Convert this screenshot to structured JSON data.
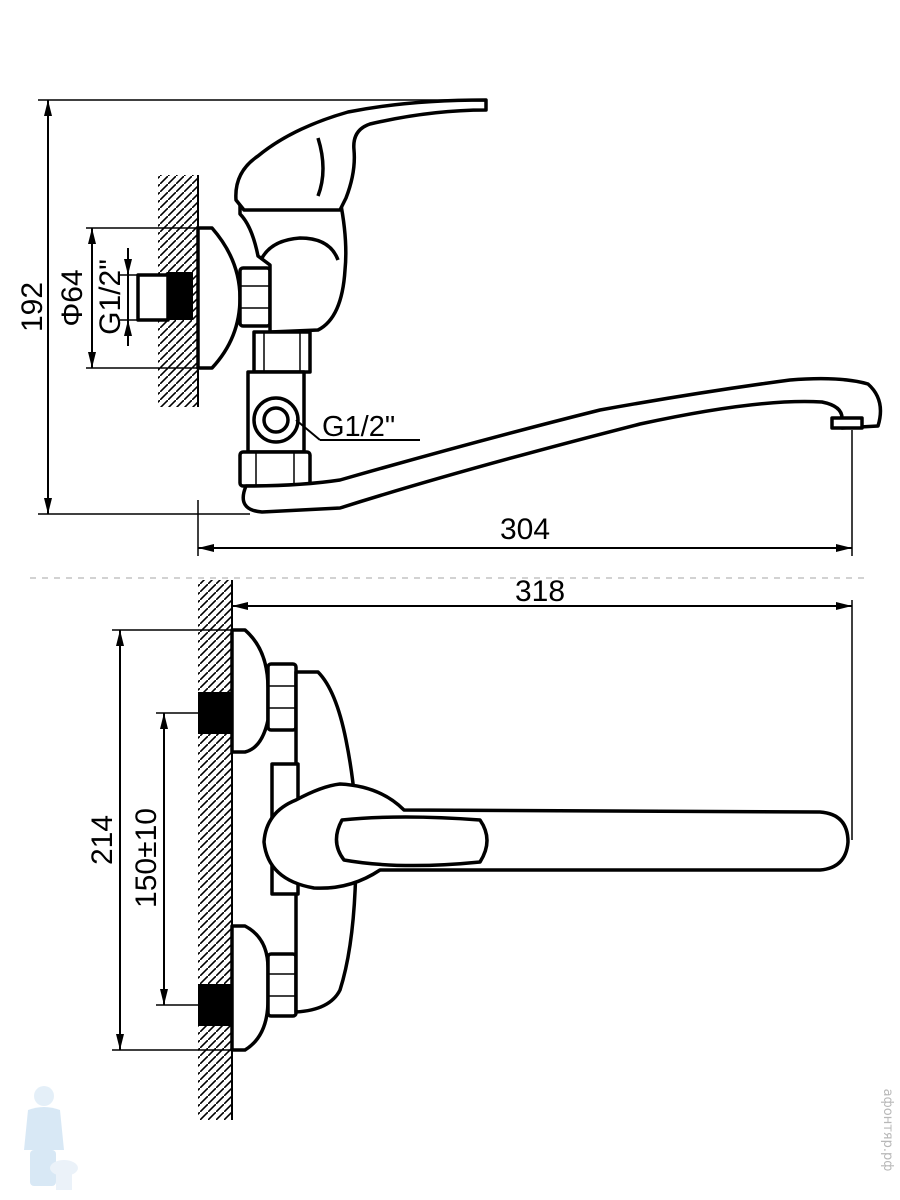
{
  "side_view": {
    "dimensions": {
      "total_height": "192",
      "flange_diameter": "Φ64",
      "wall_thread": "G1/2\"",
      "hose_thread": "G1/2\"",
      "spout_reach": "304"
    }
  },
  "top_view": {
    "dimensions": {
      "overall_length": "318",
      "overall_width": "214",
      "center_distance": "150±10"
    }
  },
  "watermark": {
    "site_text": "афонтяр.рф",
    "logo": "plumber-mascot-logo"
  }
}
